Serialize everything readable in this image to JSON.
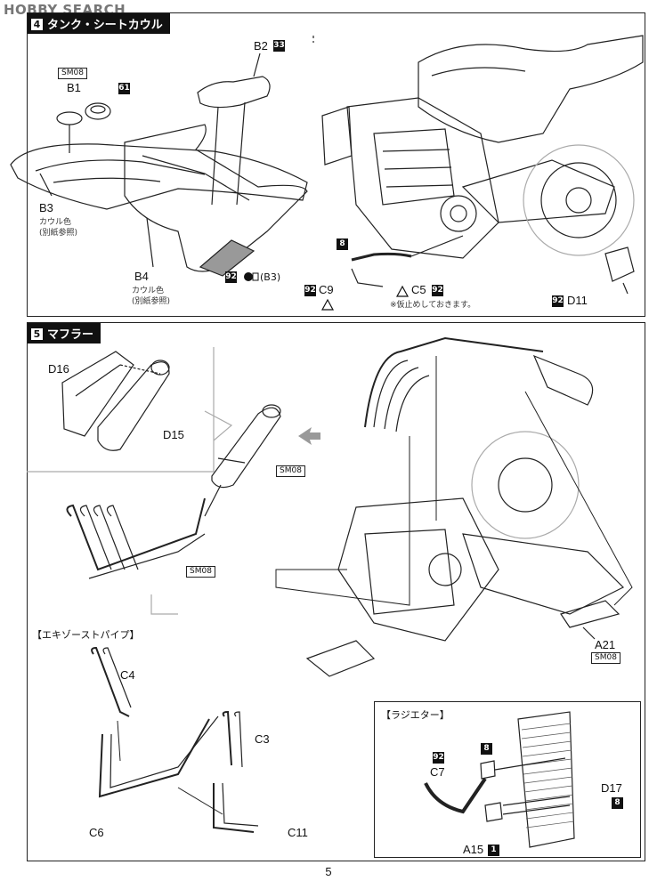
{
  "watermark": "HOBBY SEARCH",
  "step4": {
    "number": "4",
    "title": "タンク・シートカウル",
    "parts": {
      "b1": "B1",
      "b1_tag": "SM08",
      "b1_num": "61",
      "b2": "B2",
      "b2_num": "33",
      "b3": "B3",
      "b3_note1": "カウル色",
      "b3_note2": "(別紙参照)",
      "b4": "B4",
      "b4_note1": "カウル色",
      "b4_note2": "(別紙参照)",
      "paint_num": "92",
      "paint_ref": "(B3)",
      "c9": "C9",
      "c9_num": "92",
      "c5": "C5",
      "c5_num": "92",
      "c5_note": "※仮止めしておきます。",
      "d11": "D11",
      "d11_num": "92",
      "num8": "8"
    }
  },
  "step5": {
    "number": "5",
    "title": "マフラー",
    "parts": {
      "d16": "D16",
      "d15": "D15",
      "sm08_a": "SM08",
      "sm08_b": "SM08",
      "a21": "A21",
      "a21_tag": "SM08"
    },
    "exhaust": {
      "title": "【エキゾーストパイプ】",
      "c4": "C4",
      "c3": "C3",
      "c6": "C6",
      "c11": "C11"
    },
    "radiator": {
      "title": "【ラジエター】",
      "c7": "C7",
      "c7_num": "92",
      "d17": "D17",
      "d17_num": "8",
      "a15": "A15",
      "a15_num": "1",
      "num8": "8"
    }
  },
  "page_number": "5"
}
